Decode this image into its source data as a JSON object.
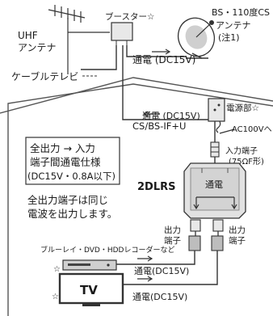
{
  "labels": {
    "booster": "ブースター☆",
    "bs_line1": "BS・110度CS",
    "bs_line2": "アンテナ",
    "bs_line3": "(注1)",
    "uhf_line1": "UHF",
    "uhf_line2": "アンテナ",
    "cable_tv": "ケーブルテレビ",
    "power_top": "通電 (DC15V)",
    "power_mid": "通電 (DC15V)",
    "power_unit": "電源部☆",
    "csbs_fu": "CS/BS-IF+U",
    "ac100": "AC100Vへ",
    "input_terminal_1": "入力端子",
    "input_terminal_2": "(75ΩF形)",
    "spec_line1": "全出力 → 入力",
    "spec_line2": "端子間通電仕様",
    "spec_line3": "(DC15V・0.8A以下)",
    "note_line1": "全出力端子は同じ",
    "note_line2": "電波を出力します。",
    "model": "2DLRS",
    "splitter_power": "通電",
    "out_left_1": "出力",
    "out_left_2": "端子",
    "out_right_1": "出力",
    "out_right_2": "端子",
    "recorder": "ブルーレイ・DVD・HDDレコーダーなど",
    "power_recorder": "通電(DC15V)",
    "tv": "TV",
    "power_tv": "通電(DC15V)",
    "star": "☆"
  }
}
